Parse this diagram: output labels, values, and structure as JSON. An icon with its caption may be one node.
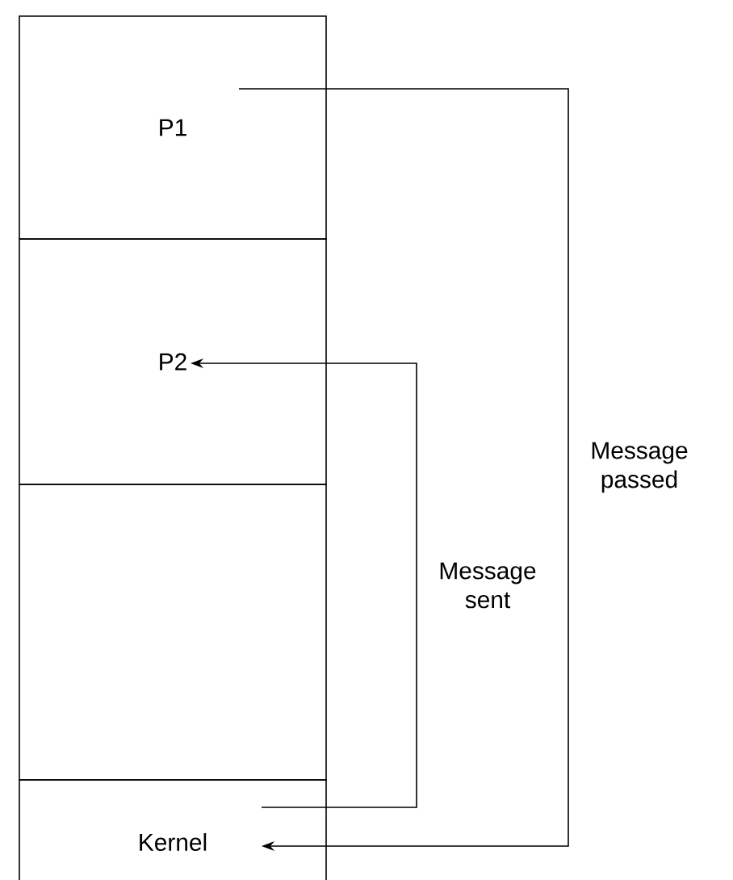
{
  "diagram": {
    "nodes": [
      {
        "text": [
          "P1"
        ]
      },
      {
        "text": [
          "P2"
        ]
      },
      {
        "text": [],
        "shape": "box"
      },
      {
        "text": [
          "Kernel"
        ]
      }
    ],
    "edges": [
      {
        "from": 0,
        "to": 3,
        "arrow": "to",
        "label": "Message passed"
      },
      {
        "from": 3,
        "to": 1,
        "arrow": "to",
        "label": "Message sent"
      }
    ]
  }
}
